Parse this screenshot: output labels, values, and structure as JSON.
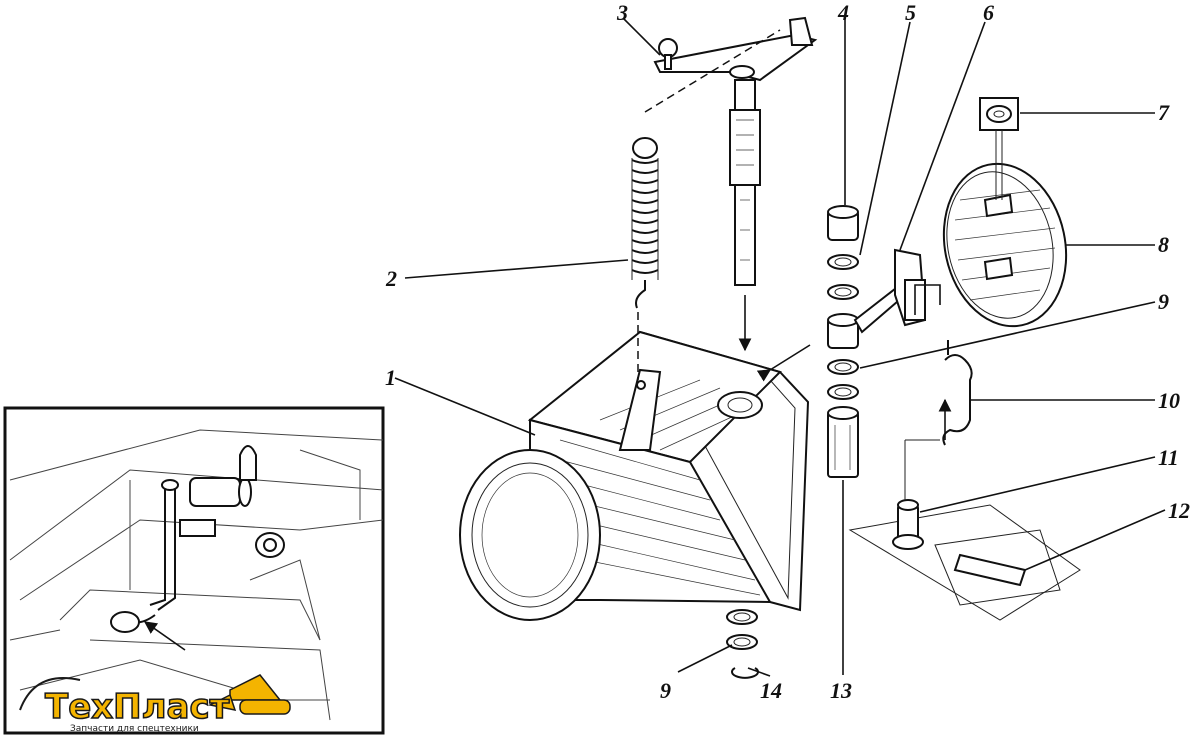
{
  "callouts": [
    "1",
    "2",
    "3",
    "4",
    "5",
    "6",
    "7",
    "8",
    "9",
    "10",
    "11",
    "12",
    "13",
    "9",
    "14"
  ],
  "brand": {
    "name": "ТехПласт",
    "tagline": "Запчасти для спецтехники",
    "color": "#f4b400"
  }
}
